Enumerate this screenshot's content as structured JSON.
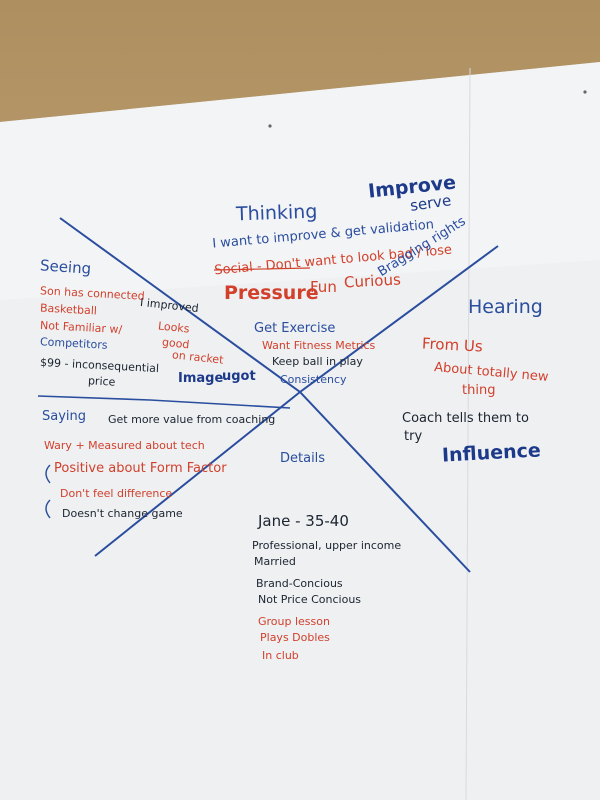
{
  "thinking": {
    "title": "Thinking",
    "improve": "Improve",
    "serve": "serve",
    "line1": "I want to improve & get validation",
    "line2": "Social - Don't want to look bad / lose",
    "pressure": "Pressure",
    "fun": "Fun",
    "curious": "Curious",
    "bragging": "Bragging rights"
  },
  "seeing": {
    "title": "Seeing",
    "items": [
      "Son has connected",
      "Basketball",
      "Not Familiar w/",
      "Competitors",
      "$99 - inconsequential",
      "price"
    ],
    "right": [
      "I improved",
      "Looks",
      "good",
      "on racket",
      "Image",
      "ugot"
    ]
  },
  "center": {
    "items": [
      "Get Exercise",
      "Want Fitness Metrics",
      "Keep ball in play",
      "Consistency"
    ]
  },
  "hearing": {
    "title": "Hearing",
    "from_us": "From Us",
    "about1": "About totally new",
    "about2": "thing",
    "coach1": "Coach tells them to",
    "coach2": "try",
    "influence": "Influence"
  },
  "saying": {
    "title": "Saying",
    "value": "Get more value from coaching",
    "worry": "Wary + Measured about tech",
    "positive": "Positive about Form Factor",
    "dont_feel": "Don't feel difference",
    "doesnt_change": "Doesn't change game"
  },
  "details": {
    "label": "Details",
    "name": "Jane - 35-40",
    "items": [
      "Professional, upper income",
      "Married",
      "Brand-Concious",
      "Not Price Concious"
    ],
    "red_items": [
      "Group lesson",
      "Plays Dobles",
      "In club"
    ]
  }
}
